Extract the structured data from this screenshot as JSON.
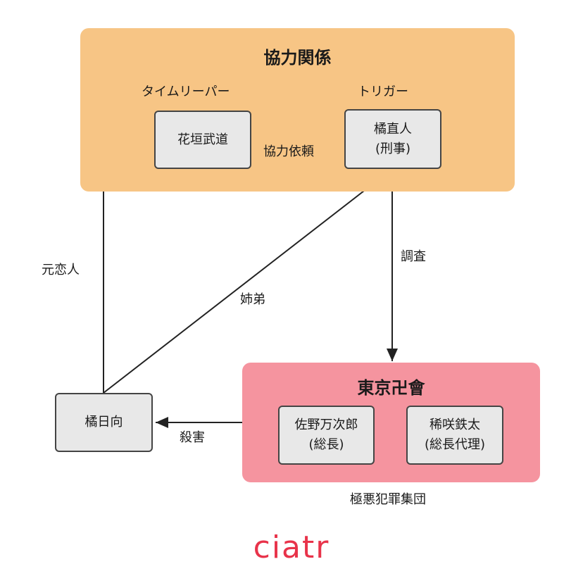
{
  "groups": {
    "coop": {
      "title": "協力関係",
      "color": "#f7c585"
    },
    "gang": {
      "title": "東京卍會",
      "caption": "極悪犯罪集団",
      "color": "#f5949f"
    }
  },
  "roles": {
    "timeleaper": "タイムリーパー",
    "trigger": "トリガー"
  },
  "nodes": {
    "takemichi": {
      "name": "花垣武道"
    },
    "naoto": {
      "name": "橘直人",
      "sub": "(刑事)"
    },
    "hinata": {
      "name": "橘日向"
    },
    "mikey": {
      "name": "佐野万次郎",
      "sub": "(総長)"
    },
    "kisaki": {
      "name": "稀咲鉄太",
      "sub": "(総長代理)"
    }
  },
  "edges": {
    "request": "協力依頼",
    "ex_lover": "元恋人",
    "siblings": "姉弟",
    "investigate": "調査",
    "murder": "殺害"
  },
  "logo": {
    "text": "ciatr",
    "color": "#e8334a"
  }
}
